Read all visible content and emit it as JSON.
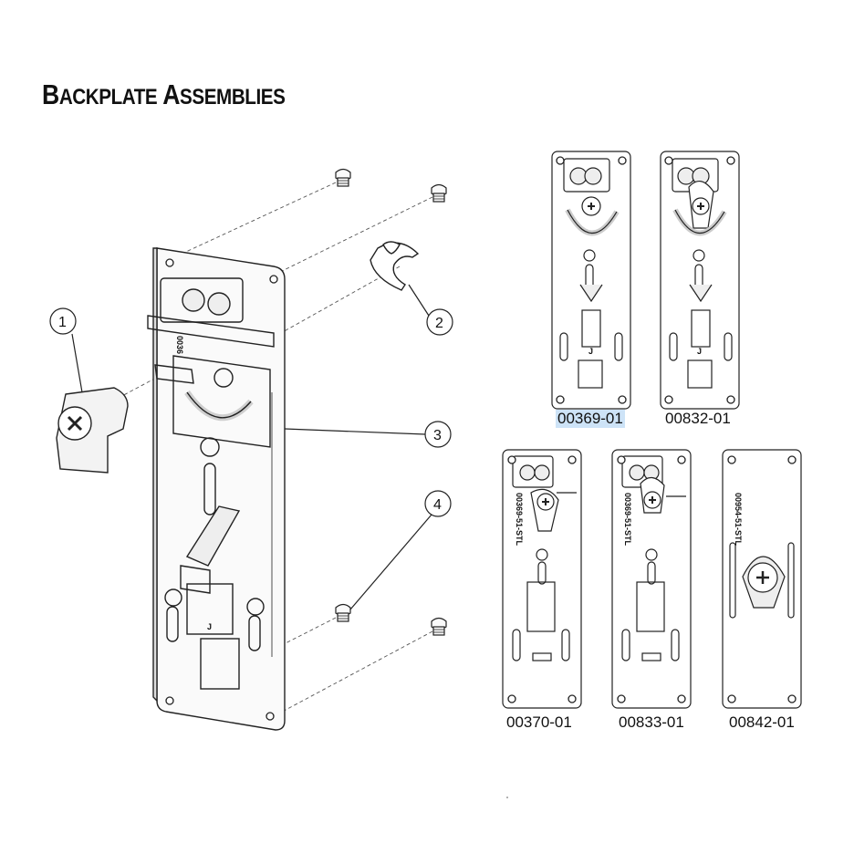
{
  "title": "Backplate Assemblies",
  "title_display": {
    "cap1": "B",
    "rest1": "ACKPLATE",
    "cap2": "A",
    "rest2": "SSEMBLIES"
  },
  "callouts": [
    "1",
    "2",
    "3",
    "4"
  ],
  "etched": {
    "main_plate": "0036",
    "small_c": "00369-51-STL",
    "small_d": "00369-51-STL",
    "small_e": "00954-51-STL"
  },
  "letter_j": "J",
  "assemblies": [
    {
      "id": "00369-01",
      "selected": true
    },
    {
      "id": "00832-01",
      "selected": false
    },
    {
      "id": "00370-01",
      "selected": false
    },
    {
      "id": "00833-01",
      "selected": false
    },
    {
      "id": "00842-01",
      "selected": false
    }
  ],
  "colors": {
    "line": "#222222",
    "selection": "#cde3f7",
    "part_fill": "#f3f3f3"
  }
}
